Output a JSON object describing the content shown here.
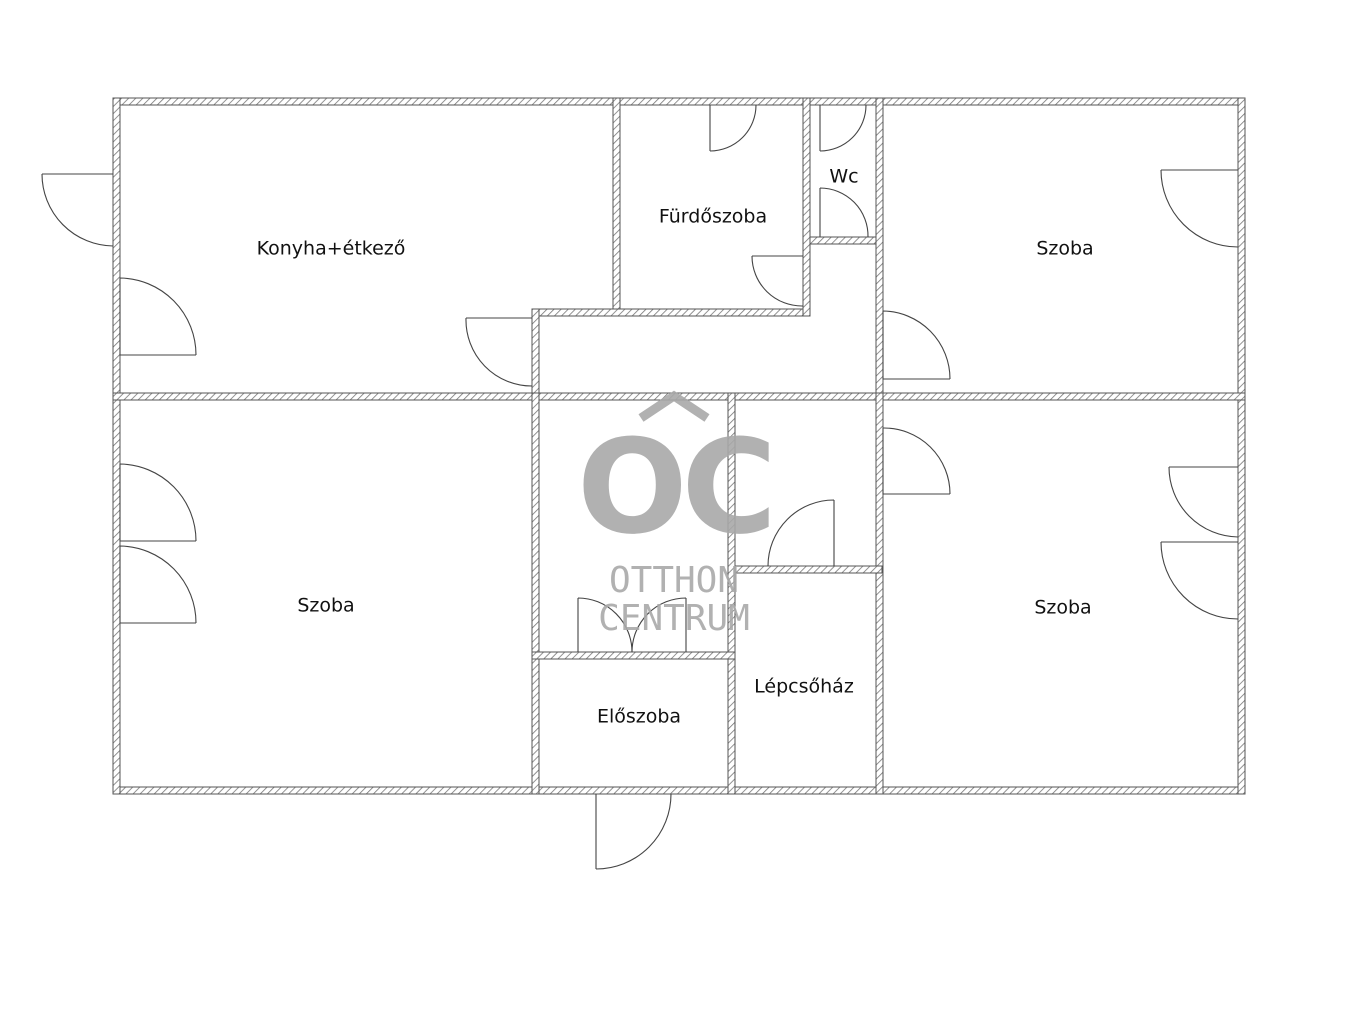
{
  "rooms": {
    "kitchen": "Konyha+étkező",
    "bathroom": "Fürdőszoba",
    "wc": "Wc",
    "room_ne": "Szoba",
    "room_w": "Szoba",
    "room_se": "Szoba",
    "hall": "Előszoba",
    "stairs": "Lépcsőház"
  },
  "watermark": {
    "monogram": "OC",
    "line1": "OTTHON",
    "line2": "CENTRUM"
  },
  "colors": {
    "wall": "#555555",
    "watermark": "#a9a9a9"
  }
}
